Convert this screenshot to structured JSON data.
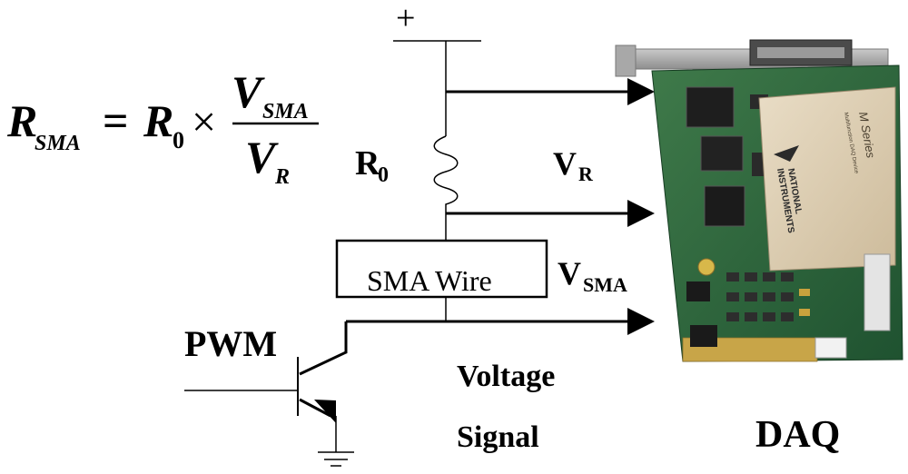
{
  "formula": {
    "lhs_main": "R",
    "lhs_sub": "SMA",
    "equals": "=",
    "r0_main": "R",
    "r0_sub": "0",
    "times": "×",
    "num_main": "V",
    "num_sub": "SMA",
    "den_main": "V",
    "den_sub": "R"
  },
  "circuit": {
    "plus_sign": "+",
    "resistor_main": "R",
    "resistor_sub": "0",
    "vr_main": "V",
    "vr_sub": "R",
    "sma_box_label": "SMA Wire",
    "vsma_main": "V",
    "vsma_sub": "SMA",
    "pwm_label": "PWM",
    "voltage_label": "Voltage",
    "signal_label": "Signal"
  },
  "daq": {
    "label": "DAQ",
    "card_series_top": "M Series",
    "card_series_sub": "Multifunction DAQ Device",
    "card_brand_1": "NATIONAL",
    "card_brand_2": "INSTRUMENTS"
  }
}
